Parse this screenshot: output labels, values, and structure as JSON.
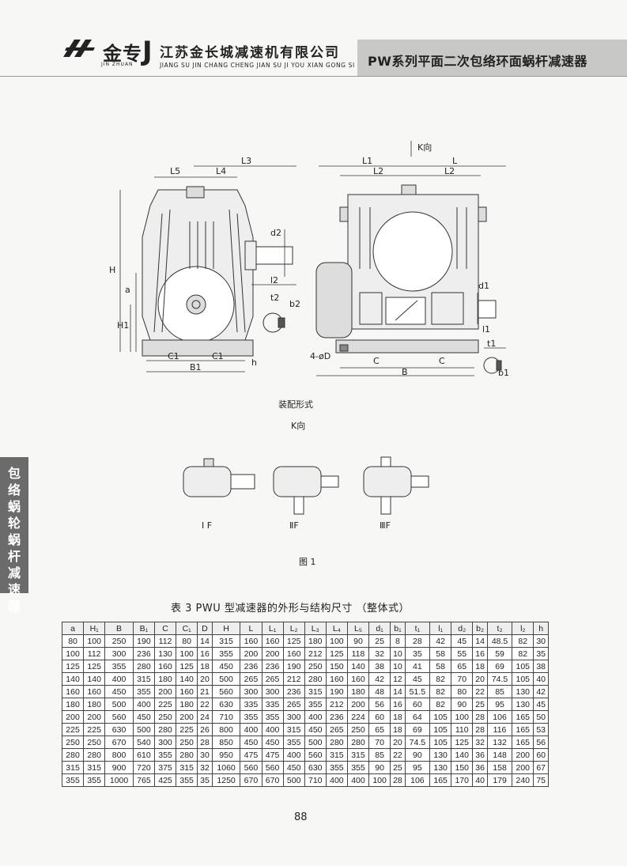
{
  "header": {
    "brand_cn": "金专",
    "brand_en": "JIN ZHUAN",
    "bracket": "J",
    "company_cn": "江苏金长城减速机有限公司",
    "company_en": "JIANG SU JIN CHANG CHENG JIAN SU JI YOU XIAN GONG SI",
    "product_title": "PW系列平面二次包络环面蜗杆减速器"
  },
  "side_tab": {
    "label": "包络蜗轮蜗杆减速器"
  },
  "drawing": {
    "k_direction_top": "K向",
    "assembly_caption": "装配形式",
    "k_direction": "K向",
    "variant_1": "I F",
    "variant_2": "ⅡF",
    "variant_3": "ⅢF",
    "figure_caption": "图 1",
    "labels": {
      "L5": "L5",
      "L4": "L4",
      "L3": "L3",
      "L1": "L1",
      "L2": "L2",
      "L": "L",
      "H": "H",
      "a": "a",
      "H1": "H1",
      "d2": "d2",
      "l2": "l2",
      "t2": "t2",
      "b2": "b2",
      "C1": "C1",
      "B1": "B1",
      "h": "h",
      "d1": "d1",
      "l1": "l1",
      "t1": "t1",
      "b1": "b1",
      "C": "C",
      "B": "B",
      "holes": "4-øD"
    }
  },
  "table": {
    "title": "表 3   PWU 型减速器的外形与结构尺寸  （整体式）",
    "headers": [
      "a",
      "H₁",
      "B",
      "B₁",
      "C",
      "C₁",
      "D",
      "H",
      "L",
      "L₁",
      "L₂",
      "L₃",
      "L₄",
      "L₅",
      "d₁",
      "b₁",
      "t₁",
      "l₁",
      "d₂",
      "b₂",
      "t₂",
      "l₂",
      "h"
    ],
    "rows": [
      [
        "80",
        "100",
        "250",
        "190",
        "112",
        "80",
        "14",
        "315",
        "160",
        "160",
        "125",
        "180",
        "100",
        "90",
        "25",
        "8",
        "28",
        "42",
        "45",
        "14",
        "48.5",
        "82",
        "30"
      ],
      [
        "100",
        "112",
        "300",
        "236",
        "130",
        "100",
        "16",
        "355",
        "200",
        "200",
        "160",
        "212",
        "125",
        "118",
        "32",
        "10",
        "35",
        "58",
        "55",
        "16",
        "59",
        "82",
        "35"
      ],
      [
        "125",
        "125",
        "355",
        "280",
        "160",
        "125",
        "18",
        "450",
        "236",
        "236",
        "190",
        "250",
        "150",
        "140",
        "38",
        "10",
        "41",
        "58",
        "65",
        "18",
        "69",
        "105",
        "38"
      ],
      [
        "140",
        "140",
        "400",
        "315",
        "180",
        "140",
        "20",
        "500",
        "265",
        "265",
        "212",
        "280",
        "160",
        "160",
        "42",
        "12",
        "45",
        "82",
        "70",
        "20",
        "74.5",
        "105",
        "40"
      ],
      [
        "160",
        "160",
        "450",
        "355",
        "200",
        "160",
        "21",
        "560",
        "300",
        "300",
        "236",
        "315",
        "190",
        "180",
        "48",
        "14",
        "51.5",
        "82",
        "80",
        "22",
        "85",
        "130",
        "42"
      ],
      [
        "180",
        "180",
        "500",
        "400",
        "225",
        "180",
        "22",
        "630",
        "335",
        "335",
        "265",
        "355",
        "212",
        "200",
        "56",
        "16",
        "60",
        "82",
        "90",
        "25",
        "95",
        "130",
        "45"
      ],
      [
        "200",
        "200",
        "560",
        "450",
        "250",
        "200",
        "24",
        "710",
        "355",
        "355",
        "300",
        "400",
        "236",
        "224",
        "60",
        "18",
        "64",
        "105",
        "100",
        "28",
        "106",
        "165",
        "50"
      ],
      [
        "225",
        "225",
        "630",
        "500",
        "280",
        "225",
        "26",
        "800",
        "400",
        "400",
        "315",
        "450",
        "265",
        "250",
        "65",
        "18",
        "69",
        "105",
        "110",
        "28",
        "116",
        "165",
        "53"
      ],
      [
        "250",
        "250",
        "670",
        "540",
        "300",
        "250",
        "28",
        "850",
        "450",
        "450",
        "355",
        "500",
        "280",
        "280",
        "70",
        "20",
        "74.5",
        "105",
        "125",
        "32",
        "132",
        "165",
        "56"
      ],
      [
        "280",
        "280",
        "800",
        "610",
        "355",
        "280",
        "30",
        "950",
        "475",
        "475",
        "400",
        "560",
        "315",
        "315",
        "85",
        "22",
        "90",
        "130",
        "140",
        "36",
        "148",
        "200",
        "60"
      ],
      [
        "315",
        "315",
        "900",
        "720",
        "375",
        "315",
        "32",
        "1060",
        "560",
        "560",
        "450",
        "630",
        "355",
        "355",
        "90",
        "25",
        "95",
        "130",
        "150",
        "36",
        "158",
        "200",
        "67"
      ],
      [
        "355",
        "355",
        "1000",
        "765",
        "425",
        "355",
        "35",
        "1250",
        "670",
        "670",
        "500",
        "710",
        "400",
        "400",
        "100",
        "28",
        "106",
        "165",
        "170",
        "40",
        "179",
        "240",
        "75"
      ]
    ]
  },
  "page_number": "88"
}
